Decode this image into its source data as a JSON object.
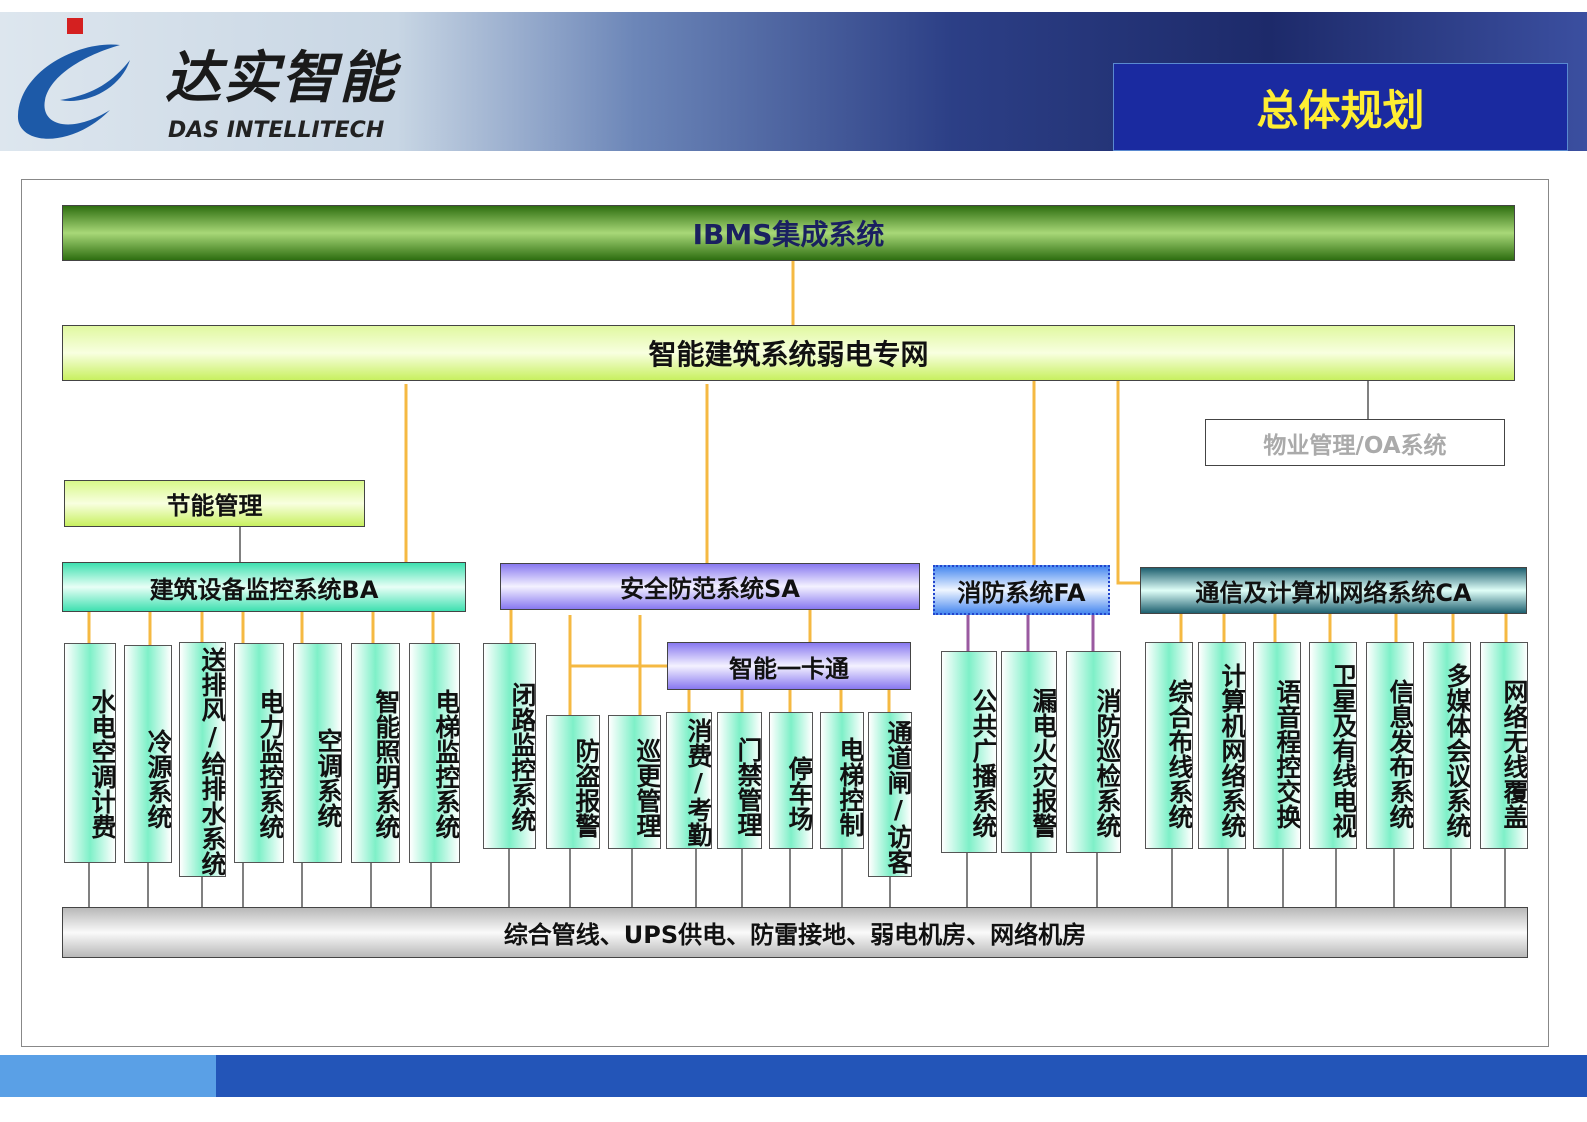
{
  "header": {
    "logo_cn": "达实智能",
    "logo_en": "DAS INTELLITECH",
    "title": "总体规划"
  },
  "diagram": {
    "ibms": "IBMS集成系统",
    "network": "智能建筑系统弱电专网",
    "oa": "物业管理/OA系统",
    "energy": "节能管理",
    "ba": {
      "label": "建筑设备监控系统BA",
      "items": [
        "水电空调计费",
        "冷源系统",
        "送排风/给排水系统",
        "电力监控系统",
        "空调系统",
        "智能照明系统",
        "电梯监控系统"
      ]
    },
    "sa": {
      "label": "安全防范系统SA",
      "items": [
        "闭路监控系统",
        "防盗报警",
        "巡更管理",
        "消费/考勤",
        "门禁管理",
        "停车场",
        "电梯控制",
        "通道闸/访客"
      ],
      "card": "智能一卡通"
    },
    "fa": {
      "label": "消防系统FA",
      "items": [
        "公共广播系统",
        "漏电火灾报警",
        "消防巡检系统"
      ]
    },
    "ca": {
      "label": "通信及计算机网络系统CA",
      "items": [
        "综合布线系统",
        "计算机网络系统",
        "语音程控交换",
        "卫星及有线电视",
        "信息发布系统",
        "多媒体会议系统",
        "网络无线覆盖"
      ]
    },
    "base": "综合管线、UPS供电、防雷接地、弱电机房、网络机房"
  },
  "colors": {
    "connector": "#f5b942",
    "fa_connector": "#9a5aa0",
    "title_bg": "#1a2aa0",
    "title_text": "#ffee33"
  }
}
